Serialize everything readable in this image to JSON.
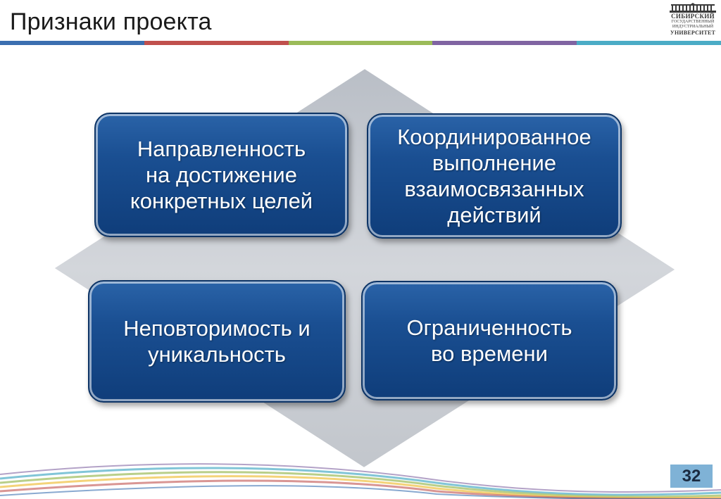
{
  "slide": {
    "title": "Признаки проекта",
    "page_number": "32"
  },
  "logo": {
    "line1": "СИБИРСКИЙ",
    "line2": "ГОСУДАРСТВЕННЫЙ",
    "line3": "ИНДУСТРИАЛЬНЫЙ",
    "line4": "УНИВЕРСИТЕТ"
  },
  "boxes": [
    {
      "text": "Направленность\nна достижение\nконкретных целей"
    },
    {
      "text": "Координированное\nвыполнение\nвзаимосвязанных\nдействий"
    },
    {
      "text": "Неповторимость и\nуникальность"
    },
    {
      "text": "Ограниченность\nво времени"
    }
  ],
  "colors": {
    "box_fill": "#1a4f92",
    "diamond_fill": "#c8ccd2",
    "bar_segments": [
      "#3b6fb0",
      "#c0504d",
      "#9bbb59",
      "#8064a2",
      "#4bacc6"
    ],
    "page_badge": "#7fb2d6"
  }
}
